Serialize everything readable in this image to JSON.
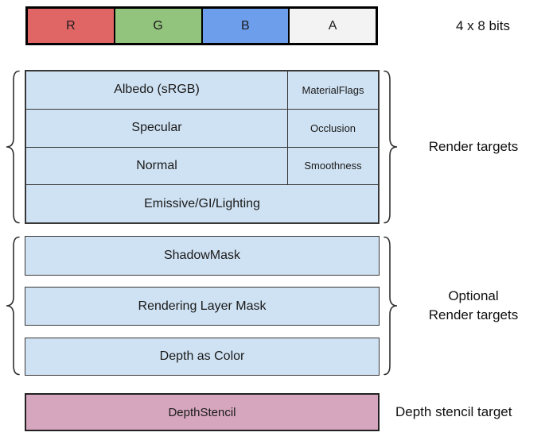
{
  "bits_row": {
    "caption": "4 x 8 bits",
    "cells": [
      {
        "label": "R",
        "color": "#E06666"
      },
      {
        "label": "G",
        "color": "#93C47D"
      },
      {
        "label": "B",
        "color": "#6D9EEB"
      },
      {
        "label": "A",
        "color": "#F3F3F3"
      }
    ]
  },
  "render_targets": {
    "label": "Render targets",
    "rows": [
      {
        "main": "Albedo (sRGB)",
        "alpha": "MaterialFlags"
      },
      {
        "main": "Specular",
        "alpha": "Occlusion"
      },
      {
        "main": "Normal",
        "alpha": "Smoothness"
      },
      {
        "main": "Emissive/GI/Lighting",
        "alpha": null
      }
    ]
  },
  "optional_targets": {
    "label_line1": "Optional",
    "label_line2": "Render targets",
    "rows": [
      "ShadowMask",
      "Rendering Layer Mask",
      "Depth as Color"
    ]
  },
  "depth_stencil": {
    "box_label": "DepthStencil",
    "caption": "Depth stencil target"
  },
  "colors": {
    "red": "#E06666",
    "green": "#93C47D",
    "blue": "#6D9EEB",
    "alpha_gray": "#F3F3F3",
    "target_fill": "#CFE2F3",
    "depth_fill": "#D5A6BD",
    "border": "#383838"
  }
}
